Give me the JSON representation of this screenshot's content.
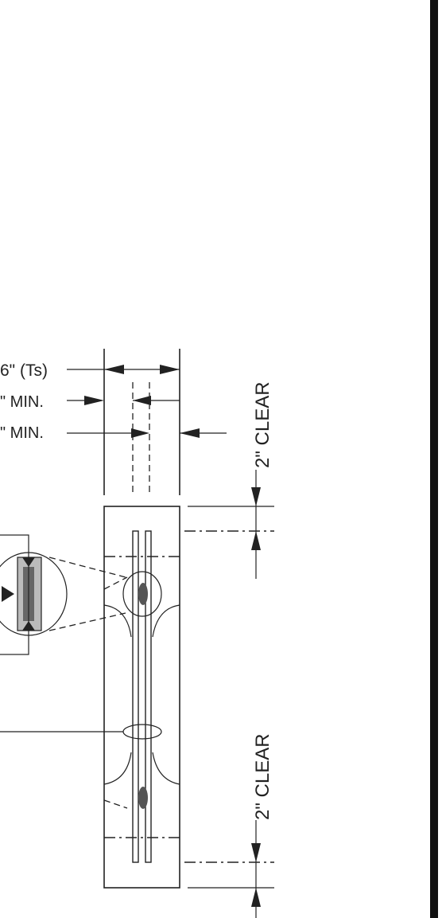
{
  "drawing": {
    "ts_label": "6\" (Ts)",
    "min_label_1": "\" MIN.",
    "min_label_2": "\" MIN.",
    "clear_top": "2\" CLEAR",
    "clear_bottom": "2\" CLEAR"
  }
}
